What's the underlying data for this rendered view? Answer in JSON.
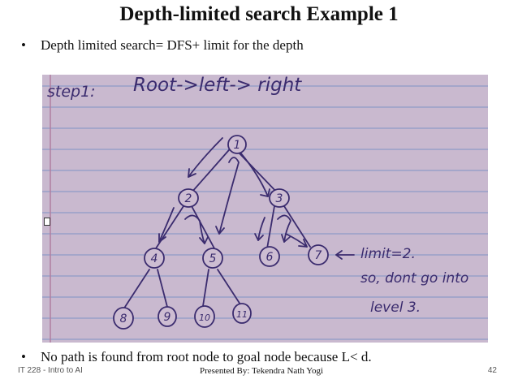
{
  "slide": {
    "title": "Depth-limited search Example 1",
    "bullets": [
      "Depth limited search= DFS+ limit for the depth",
      "No path is found from root node to goal node because L< d."
    ]
  },
  "notes": {
    "step_heading": "step1:",
    "traversal": "Root->left-> right",
    "limit_text": "limit=2.",
    "note_line1": "so, dont go into",
    "note_line2": "level 3."
  },
  "tree": {
    "nodes": [
      "1",
      "2",
      "3",
      "4",
      "5",
      "6",
      "7",
      "8",
      "9",
      "10",
      "11"
    ]
  },
  "footer": {
    "left": "IT 228 - Intro to AI",
    "center": "Presented By: Tekendra Nath Yogi",
    "page": "42"
  },
  "colors": {
    "paper": "#c9b9cf",
    "rule_line": "#7f93c4",
    "margin_line": "#b07fa0",
    "ink": "#3a2b6e"
  }
}
